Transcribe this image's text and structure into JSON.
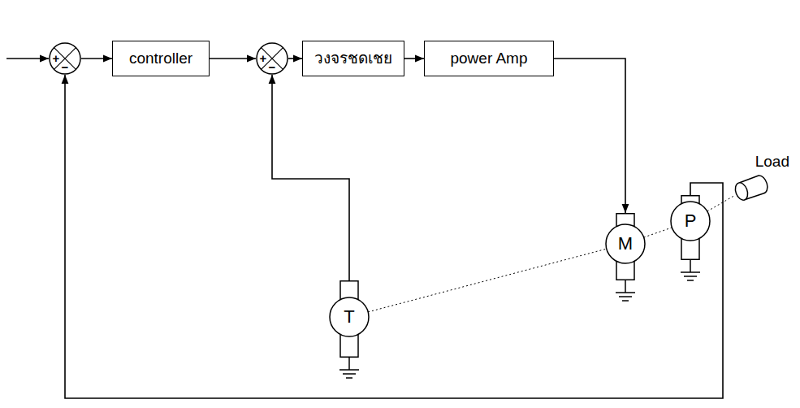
{
  "diagram": {
    "nodes": [
      {
        "text": [
          "+",
          "−"
        ]
      },
      {
        "text": [
          "controller"
        ]
      },
      {
        "text": [
          "+",
          "−"
        ]
      },
      {
        "text": [
          "วงจรชดเชย"
        ]
      },
      {
        "text": [
          "power Amp"
        ]
      },
      {
        "text": [
          "T"
        ]
      },
      {
        "text": [
          "M"
        ]
      },
      {
        "text": [
          "P"
        ]
      },
      {
        "text": [
          "Load"
        ]
      }
    ],
    "edges": [
      {
        "from": 0,
        "to": 1,
        "arrow": "to"
      },
      {
        "from": 1,
        "to": 2,
        "arrow": "to"
      },
      {
        "from": 2,
        "to": 3,
        "arrow": "to"
      },
      {
        "from": 3,
        "to": 4,
        "arrow": "to"
      },
      {
        "from": 4,
        "to": 6,
        "arrow": "to"
      },
      {
        "from": 5,
        "to": 2,
        "arrow": "to"
      },
      {
        "from": 7,
        "to": 0,
        "arrow": "to"
      },
      {
        "from": 5,
        "to": 6,
        "arrow": "none"
      },
      {
        "from": 6,
        "to": 7,
        "arrow": "none"
      },
      {
        "from": 7,
        "to": 8,
        "arrow": "none"
      }
    ]
  }
}
